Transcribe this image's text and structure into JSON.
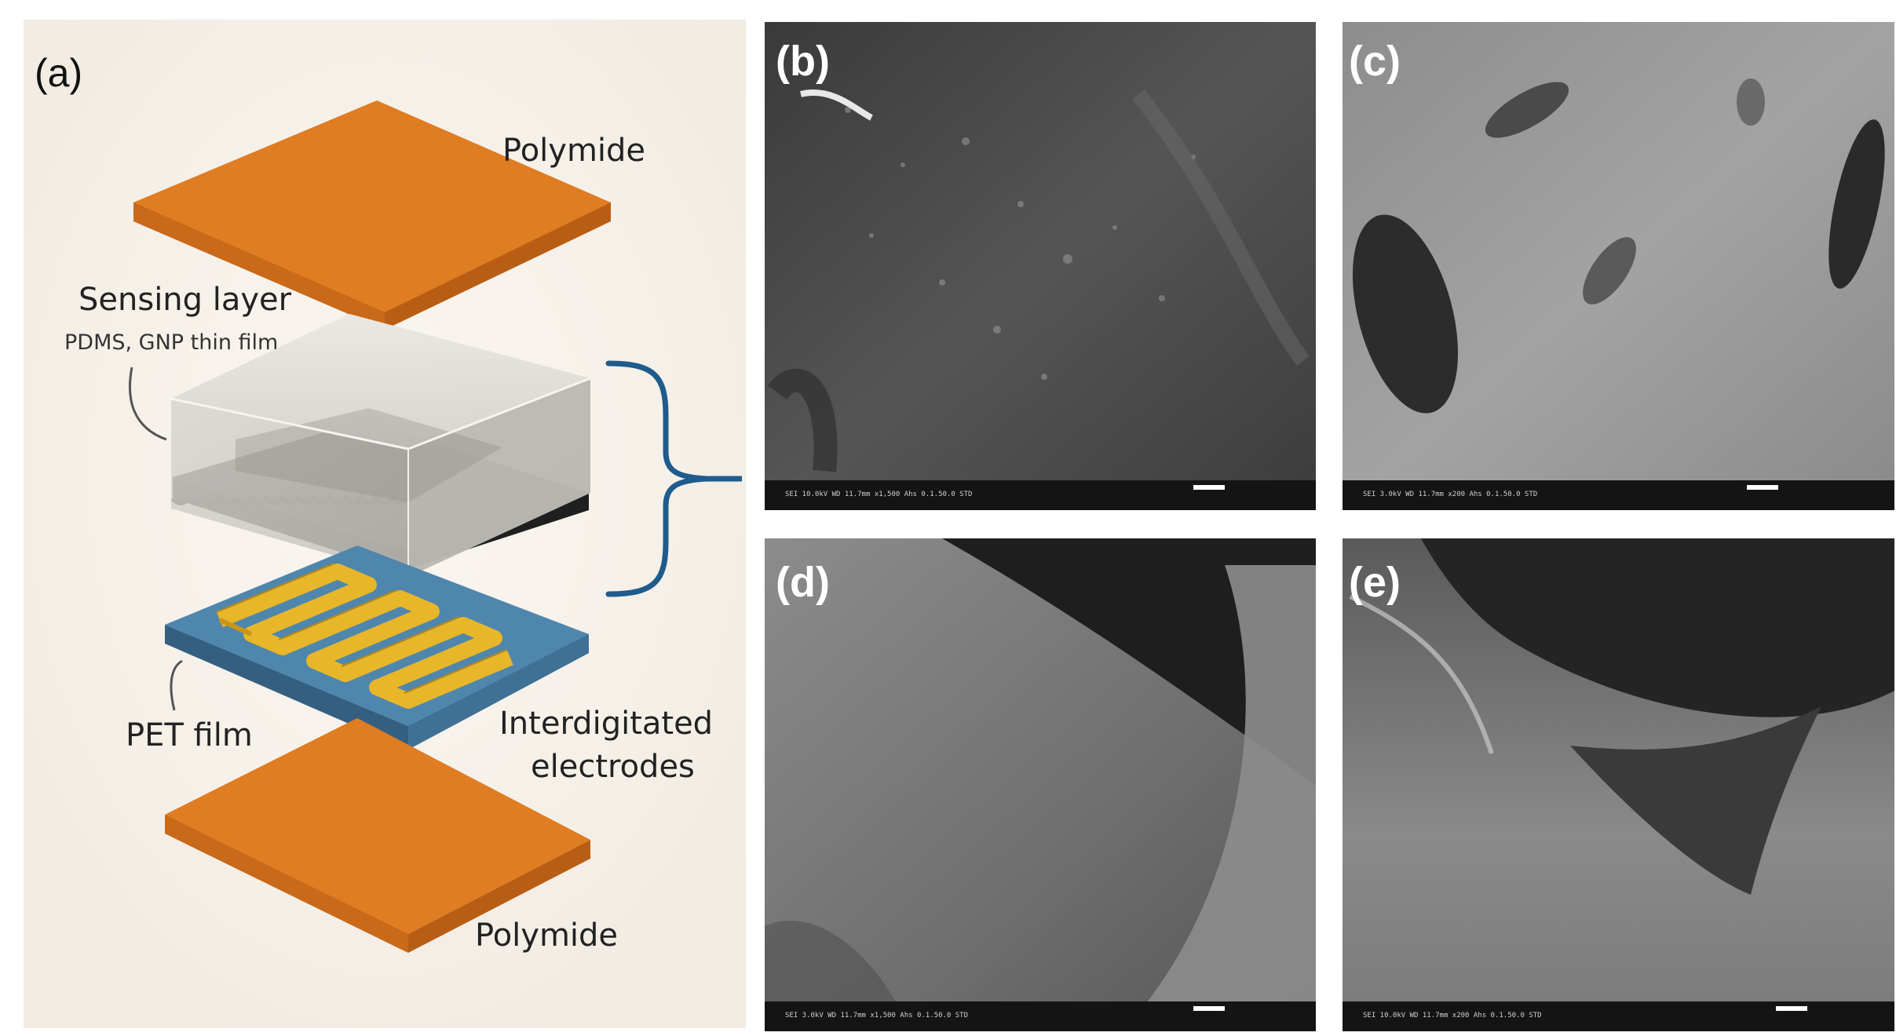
{
  "panels": {
    "a": {
      "label": "(a)",
      "layers": {
        "top_polymide": "Polymide",
        "sensing_layer": "Sensing layer",
        "sensing_layer_sub": "PDMS, GNP thin film",
        "pet_film": "PET film",
        "electrodes_line1": "Interdigitated",
        "electrodes_line2": "electrodes",
        "bottom_polymide": "Polymide"
      }
    },
    "b": {
      "label": "(b)"
    },
    "c": {
      "label": "(c)"
    },
    "d": {
      "label": "(d)"
    },
    "e": {
      "label": "(e)"
    }
  },
  "colors": {
    "polymide": "#e07c22",
    "polymide_side": "#b85e14",
    "pet": "#4f86ad",
    "electrodes": "#e8b629",
    "black_layer": "#2b2b2b",
    "bracket": "#1f5b8c"
  }
}
